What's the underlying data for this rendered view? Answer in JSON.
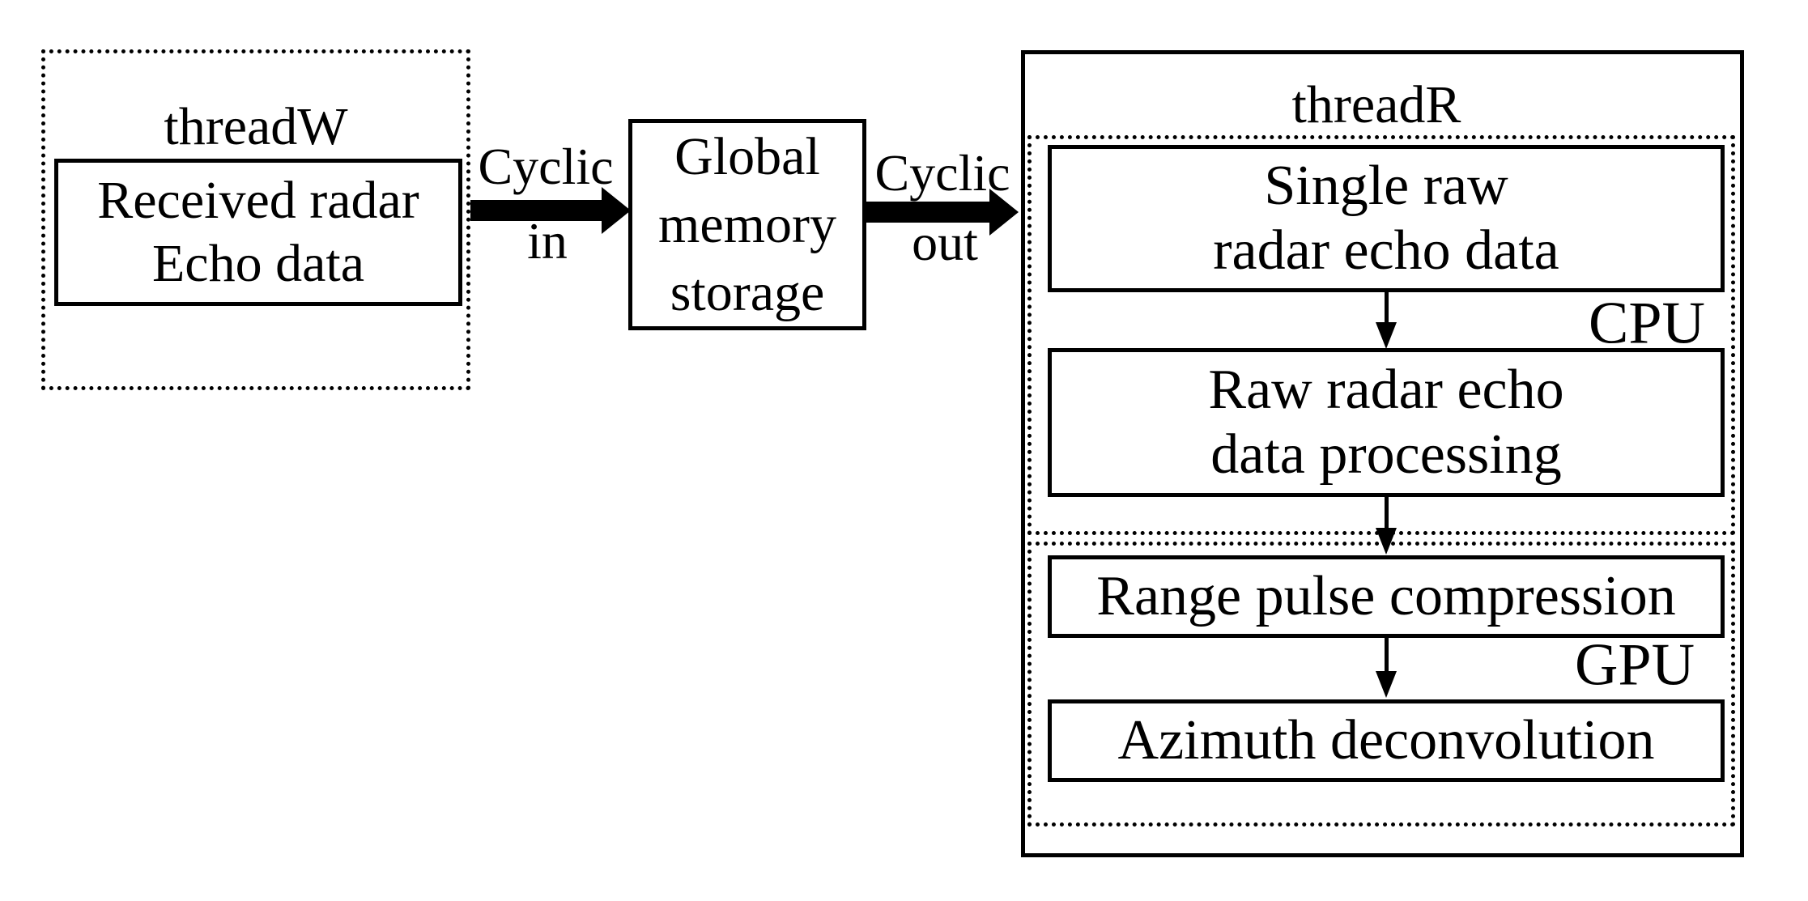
{
  "canvas": {
    "background": "#ffffff",
    "ink": "#000000"
  },
  "thread_w": {
    "title": "threadW",
    "received_box": {
      "line1": "Received radar",
      "line2": "Echo data"
    }
  },
  "cyclic_in": {
    "label": "Cyclic",
    "sublabel": "in"
  },
  "global_memory": {
    "line1": "Global",
    "line2": "memory",
    "line3": "storage"
  },
  "cyclic_out": {
    "label": "Cyclic",
    "sublabel": "out"
  },
  "thread_r": {
    "title": "threadR",
    "cpu": {
      "label": "CPU",
      "single_raw_box": {
        "line1": "Single raw",
        "line2": "radar echo data"
      },
      "processing_box": {
        "line1": "Raw radar echo",
        "line2": "data processing"
      }
    },
    "gpu": {
      "label": "GPU",
      "range_box": {
        "label": "Range pulse compression"
      },
      "azimuth_box": {
        "label": "Azimuth deconvolution"
      }
    }
  }
}
